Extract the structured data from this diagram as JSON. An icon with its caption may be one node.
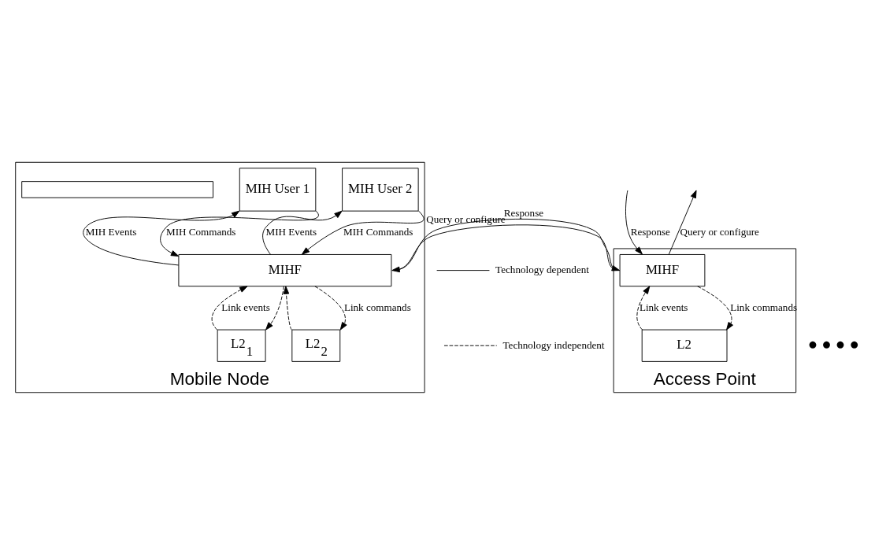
{
  "diagram": {
    "nodes": [
      {
        "text": [
          "Mobile Node"
        ]
      },
      {
        "text": [
          "MIH User 1"
        ],
        "in": 0
      },
      {
        "text": [
          "MIH User 2"
        ],
        "in": 0
      },
      {
        "text": [
          "MIHF"
        ],
        "in": 0
      },
      {
        "text": [],
        "shape": "box",
        "in": 0
      },
      {
        "text": [
          "L2$_{1}$"
        ],
        "in": 0
      },
      {
        "text": [
          "L2$_{2}$"
        ],
        "in": 0
      },
      {
        "text": [
          "Access Point"
        ]
      },
      {
        "text": [
          "MIHF"
        ],
        "in": 7
      },
      {
        "text": [
          "L2"
        ],
        "in": 7
      }
    ],
    "edges": [
      {
        "from": 3,
        "to": 1,
        "arrow": "to",
        "label": "MIH Events"
      },
      {
        "from": 1,
        "to": 3,
        "arrow": "to",
        "label": "MIH Commands"
      },
      {
        "from": 3,
        "to": 2,
        "arrow": "to",
        "label": "MIH Events"
      },
      {
        "from": 2,
        "to": 3,
        "arrow": "to",
        "label": "MIH Commands"
      },
      {
        "from": 5,
        "to": 3,
        "arrow": "to",
        "label": "Link events",
        "style": "dashed"
      },
      {
        "from": 3,
        "to": 5,
        "arrow": "to",
        "style": "dashed"
      },
      {
        "from": 6,
        "to": 3,
        "arrow": "to",
        "style": "dashed"
      },
      {
        "from": 3,
        "to": 6,
        "arrow": "to",
        "label": "Link commands",
        "style": "dashed"
      },
      {
        "from": 3,
        "to": 8,
        "arrow": "to",
        "label": "Query or configure"
      },
      {
        "from": 8,
        "to": 3,
        "arrow": "to",
        "label": "Response"
      },
      {
        "from": 8,
        "to": null,
        "arrow": "to",
        "label": "Query or configure"
      },
      {
        "from": null,
        "to": 8,
        "arrow": "to",
        "label": "Response"
      },
      {
        "from": 9,
        "to": 8,
        "arrow": "to",
        "label": "Link events",
        "style": "dashed"
      },
      {
        "from": 8,
        "to": 9,
        "arrow": "to",
        "label": "Link commands",
        "style": "dashed"
      }
    ],
    "labels": [
      "● ● ● ●"
    ],
    "legend": [
      {
        "text": "Technology dependent"
      },
      {
        "text": "Technology independent"
      }
    ]
  }
}
